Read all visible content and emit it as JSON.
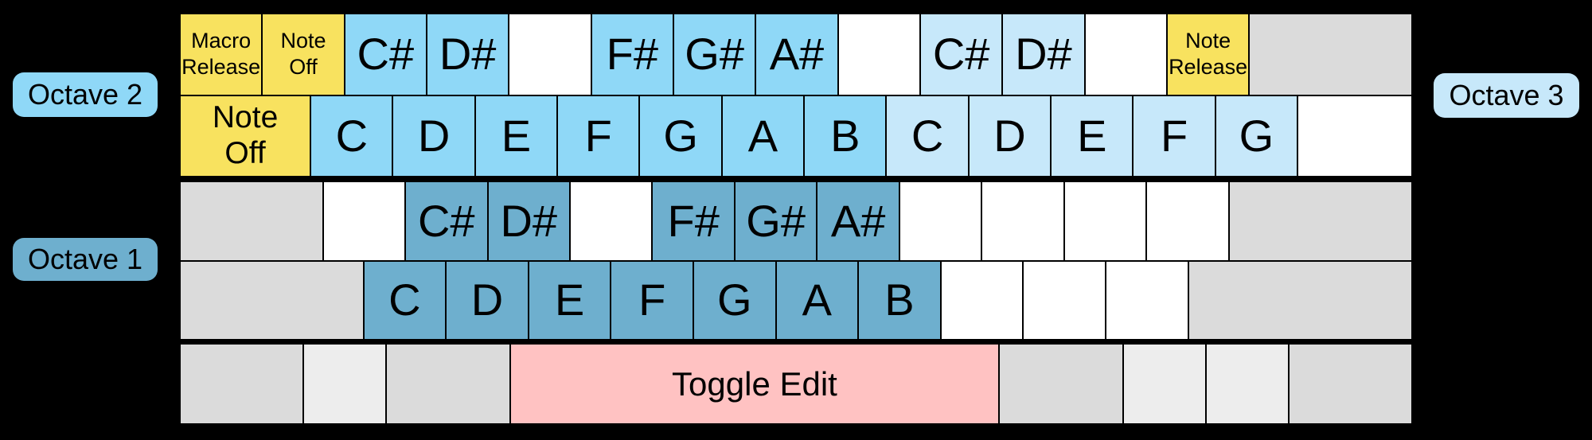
{
  "colors": {
    "background": "#000000",
    "yellow": "#F8E25F",
    "octave2_blue": "#8FD8F7",
    "octave3_blue": "#C7E8FA",
    "octave1_blue": "#6EAFCE",
    "white": "#FFFFFF",
    "gray": "#DBDBDB",
    "light_gray": "#EDEDED",
    "pink": "#FFC2C2",
    "key_border": "#000000",
    "text": "#000000"
  },
  "octave_labels": {
    "octave2": "Octave 2",
    "octave1": "Octave 1",
    "octave3": "Octave 3"
  },
  "keyboard": {
    "blocks": [
      {
        "rows": [
          {
            "keys": [
              {
                "text": "Macro\nRelease",
                "color": "yellow",
                "units": 1,
                "size": "small"
              },
              {
                "text": "Note\nOff",
                "color": "yellow",
                "units": 1,
                "size": "small"
              },
              {
                "text": "C#",
                "color": "octave2_blue",
                "units": 1,
                "size": "note"
              },
              {
                "text": "D#",
                "color": "octave2_blue",
                "units": 1,
                "size": "note"
              },
              {
                "text": "",
                "color": "white",
                "units": 1
              },
              {
                "text": "F#",
                "color": "octave2_blue",
                "units": 1,
                "size": "note"
              },
              {
                "text": "G#",
                "color": "octave2_blue",
                "units": 1,
                "size": "note"
              },
              {
                "text": "A#",
                "color": "octave2_blue",
                "units": 1,
                "size": "note"
              },
              {
                "text": "",
                "color": "white",
                "units": 1
              },
              {
                "text": "C#",
                "color": "octave3_blue",
                "units": 1,
                "size": "note"
              },
              {
                "text": "D#",
                "color": "octave3_blue",
                "units": 1,
                "size": "note"
              },
              {
                "text": "",
                "color": "white",
                "units": 1
              },
              {
                "text": "Note\nRelease",
                "color": "yellow",
                "units": 1,
                "size": "small"
              },
              {
                "text": "",
                "color": "gray",
                "units": 2
              }
            ]
          },
          {
            "keys": [
              {
                "text": "Note\nOff",
                "color": "yellow",
                "units": 1.6,
                "size": "medium"
              },
              {
                "text": "C",
                "color": "octave2_blue",
                "units": 1,
                "size": "note"
              },
              {
                "text": "D",
                "color": "octave2_blue",
                "units": 1,
                "size": "note"
              },
              {
                "text": "E",
                "color": "octave2_blue",
                "units": 1,
                "size": "note"
              },
              {
                "text": "F",
                "color": "octave2_blue",
                "units": 1,
                "size": "note"
              },
              {
                "text": "G",
                "color": "octave2_blue",
                "units": 1,
                "size": "note"
              },
              {
                "text": "A",
                "color": "octave2_blue",
                "units": 1,
                "size": "note"
              },
              {
                "text": "B",
                "color": "octave2_blue",
                "units": 1,
                "size": "note"
              },
              {
                "text": "C",
                "color": "octave3_blue",
                "units": 1,
                "size": "note"
              },
              {
                "text": "D",
                "color": "octave3_blue",
                "units": 1,
                "size": "note"
              },
              {
                "text": "E",
                "color": "octave3_blue",
                "units": 1,
                "size": "note"
              },
              {
                "text": "F",
                "color": "octave3_blue",
                "units": 1,
                "size": "note"
              },
              {
                "text": "G",
                "color": "octave3_blue",
                "units": 1,
                "size": "note"
              },
              {
                "text": "",
                "color": "white",
                "units": 1.4
              }
            ]
          }
        ]
      },
      {
        "rows": [
          {
            "keys": [
              {
                "text": "",
                "color": "gray",
                "units": 1.75
              },
              {
                "text": "",
                "color": "white",
                "units": 1
              },
              {
                "text": "C#",
                "color": "octave1_blue",
                "units": 1,
                "size": "note"
              },
              {
                "text": "D#",
                "color": "octave1_blue",
                "units": 1,
                "size": "note"
              },
              {
                "text": "",
                "color": "white",
                "units": 1
              },
              {
                "text": "F#",
                "color": "octave1_blue",
                "units": 1,
                "size": "note"
              },
              {
                "text": "G#",
                "color": "octave1_blue",
                "units": 1,
                "size": "note"
              },
              {
                "text": "A#",
                "color": "octave1_blue",
                "units": 1,
                "size": "note"
              },
              {
                "text": "",
                "color": "white",
                "units": 1
              },
              {
                "text": "",
                "color": "white",
                "units": 1
              },
              {
                "text": "",
                "color": "white",
                "units": 1
              },
              {
                "text": "",
                "color": "white",
                "units": 1
              },
              {
                "text": "",
                "color": "gray",
                "units": 2.25
              }
            ]
          },
          {
            "keys": [
              {
                "text": "",
                "color": "gray",
                "units": 2.25
              },
              {
                "text": "C",
                "color": "octave1_blue",
                "units": 1,
                "size": "note"
              },
              {
                "text": "D",
                "color": "octave1_blue",
                "units": 1,
                "size": "note"
              },
              {
                "text": "E",
                "color": "octave1_blue",
                "units": 1,
                "size": "note"
              },
              {
                "text": "F",
                "color": "octave1_blue",
                "units": 1,
                "size": "note"
              },
              {
                "text": "G",
                "color": "octave1_blue",
                "units": 1,
                "size": "note"
              },
              {
                "text": "A",
                "color": "octave1_blue",
                "units": 1,
                "size": "note"
              },
              {
                "text": "B",
                "color": "octave1_blue",
                "units": 1,
                "size": "note"
              },
              {
                "text": "",
                "color": "white",
                "units": 1
              },
              {
                "text": "",
                "color": "white",
                "units": 1
              },
              {
                "text": "",
                "color": "white",
                "units": 1
              },
              {
                "text": "",
                "color": "gray",
                "units": 2.75
              }
            ]
          }
        ]
      },
      {
        "rows": [
          {
            "keys": [
              {
                "text": "",
                "color": "gray",
                "units": 1.5
              },
              {
                "text": "",
                "color": "light_gray",
                "units": 1
              },
              {
                "text": "",
                "color": "gray",
                "units": 1.5
              },
              {
                "text": "Toggle Edit",
                "color": "pink",
                "units": 6,
                "size": "space"
              },
              {
                "text": "",
                "color": "gray",
                "units": 1.5
              },
              {
                "text": "",
                "color": "light_gray",
                "units": 1
              },
              {
                "text": "",
                "color": "light_gray",
                "units": 1
              },
              {
                "text": "",
                "color": "gray",
                "units": 1.5
              }
            ]
          }
        ]
      }
    ]
  }
}
